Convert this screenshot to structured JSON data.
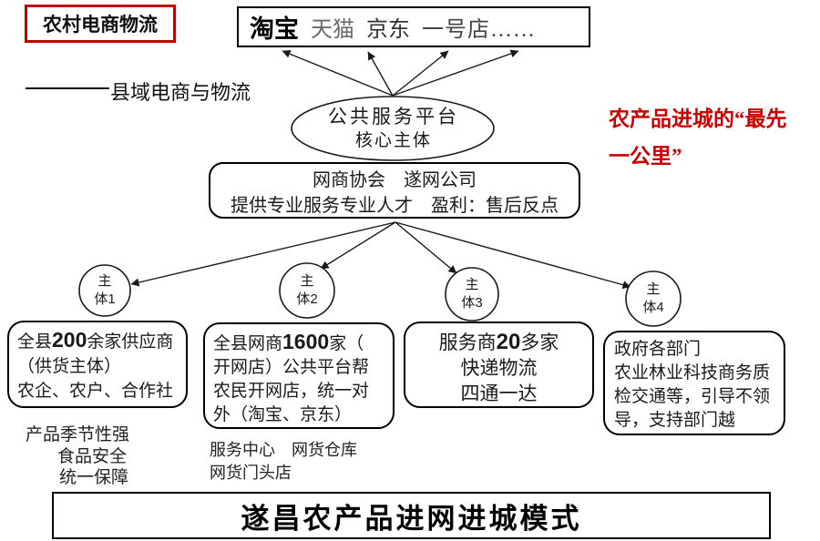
{
  "header": {
    "red_box_title": "农村电商物流",
    "legend_text": "县域电商与物流",
    "platforms": [
      "淘宝",
      "天猫",
      "京东",
      "一号店……"
    ],
    "red_note_line1": "农产品进城的“最先",
    "red_note_line2": "一公里”"
  },
  "colors": {
    "accent_red": "#c00000",
    "line_black": "#1a1a1a"
  },
  "platform": {
    "ellipse_line1": "公共服务平台",
    "ellipse_line2": "核心主体",
    "service_box_line1": "网商协会　遂网公司",
    "service_box_line2": "提供专业服务专业人才　盈利：售后反点"
  },
  "subjects": [
    {
      "line1": "主",
      "line2": "体1"
    },
    {
      "line1": "主",
      "line2": "体2"
    },
    {
      "line1": "主",
      "line2": "体3"
    },
    {
      "line1": "主",
      "line2": "体4"
    }
  ],
  "boxes": {
    "suppliers": {
      "l1_pre": "全县",
      "l1_num": "200",
      "l1_post": "余家供应商",
      "l2": "（供货主体）",
      "l3": "农企、农户、合作社",
      "notes": [
        "产品季节性强",
        "食品安全",
        "统一保障"
      ]
    },
    "netshops": {
      "l1_pre": "全县网商",
      "l1_num": "1600",
      "l1_post": "家（",
      "l2": "开网店）公共平台帮",
      "l3": "农民开网店，统一对",
      "l4": "外（淘宝、京东）",
      "notes": [
        "服务中心　网货仓库",
        "网货门头店"
      ]
    },
    "services": {
      "l1_pre": "服务商",
      "l1_num": "20",
      "l1_post": "多家",
      "l2": "快递物流",
      "l3": "四通一达"
    },
    "government": {
      "l1": "政府各部门",
      "l2": "农业林业科技商务质",
      "l3": "检交通等，引导不领",
      "l4": "导，支持部门越"
    }
  },
  "footer": {
    "title": "遂昌农产品进网进城模式"
  }
}
